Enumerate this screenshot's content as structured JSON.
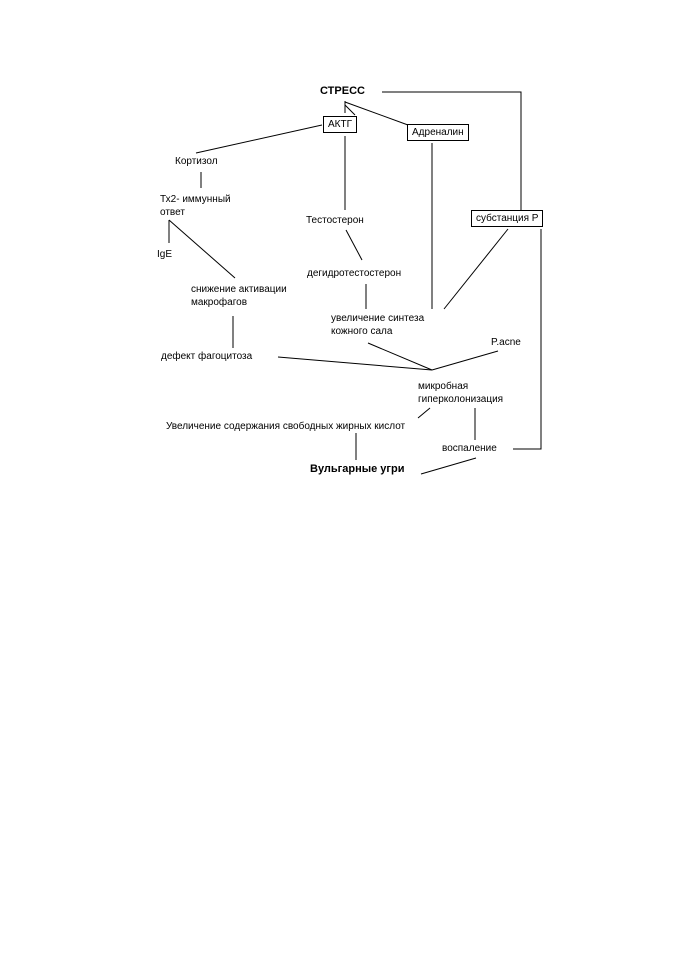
{
  "nodes": {
    "stress": "СТРЕСС",
    "acth": "АКТГ",
    "adrenaline": "Адреналин",
    "cortisol": "Кортизол",
    "th2_line1": "Тх2- иммунный",
    "th2_line2": "ответ",
    "testosterone": "Тестостерон",
    "substance_p": "субстанция Р",
    "ige": "IgE",
    "dht": "дегидротестостерон",
    "macrophage_line1": "снижение активации",
    "macrophage_line2": "макрофагов",
    "sebum_line1": "увеличение синтеза",
    "sebum_line2": "кожного сала",
    "p_acne": "P.acne",
    "phagocytosis": "дефект фагоцитоза",
    "microbial_line1": "микробная",
    "microbial_line2": "гиперколонизация",
    "fatty_acids": "Увеличение содержания свободных жирных кислот",
    "inflammation": "воспаление",
    "acne_vulgaris": "Вульгарные угри"
  }
}
